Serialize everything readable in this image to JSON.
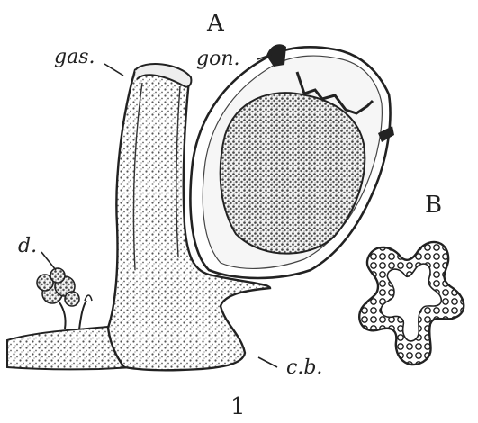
{
  "figure": {
    "panel_a_label": "A",
    "panel_b_label": "B",
    "figure_number": "1",
    "labels": {
      "gastrozooid": "gas.",
      "gonangium": "gon.",
      "dactylozooid": "d.",
      "coenosarc": "c.b."
    },
    "colors": {
      "ink": "#222222",
      "stipple": "#555555",
      "paper": "#ffffff"
    }
  }
}
